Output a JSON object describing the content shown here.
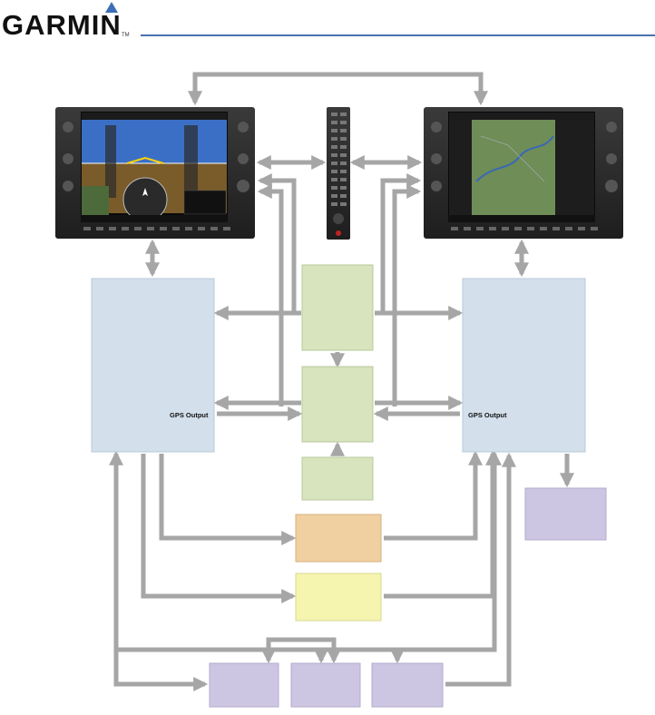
{
  "header": {
    "logo_text": "GARMIN",
    "trademark": "TM"
  },
  "units": {
    "gia_left_gps_label": "GPS Output",
    "gia_right_gps_label": "GPS Output"
  },
  "colors": {
    "connector": "#a6a6a6",
    "unit_blue": "#d3e0ec",
    "unit_green": "#d7e4bd",
    "unit_orange": "#f0cfa0",
    "unit_yellow": "#f5f5b0",
    "unit_purple": "#cdc6e2",
    "accent_blue": "#4a72b0"
  }
}
